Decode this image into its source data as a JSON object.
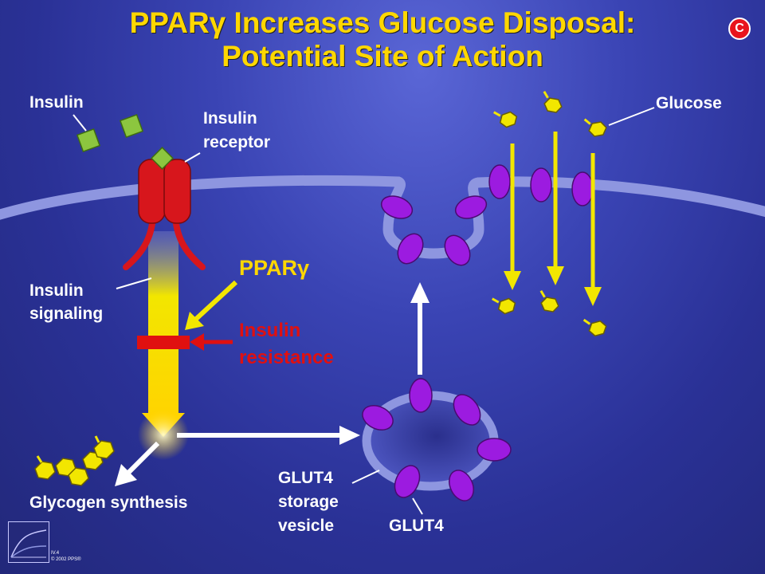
{
  "title": {
    "line1": "PPARγ Increases Glucose Disposal:",
    "line2": "Potential Site of Action",
    "badge": "C"
  },
  "labels": {
    "insulin": "Insulin",
    "insulin_receptor_1": "Insulin",
    "insulin_receptor_2": "receptor",
    "glucose": "Glucose",
    "ppar": "PPARγ",
    "insulin_signaling_1": "Insulin",
    "insulin_signaling_2": "signaling",
    "insulin_resistance_1": "Insulin",
    "insulin_resistance_2": "resistance",
    "glycogen_synthesis": "Glycogen synthesis",
    "glut4_vesicle_1": "GLUT4",
    "glut4_vesicle_2": "storage",
    "glut4_vesicle_3": "vesicle",
    "glut4": "GLUT4"
  },
  "footer": {
    "code": "IV.4",
    "copyright": "© 2002 PPS®"
  },
  "colors": {
    "title": "#ffd700",
    "insulin": "#8cc63f",
    "receptor": "#d7161c",
    "glut4": "#9c1be0",
    "glucose": "#f2e600",
    "membrane": "#8e96e0",
    "resistance": "#e01010"
  }
}
